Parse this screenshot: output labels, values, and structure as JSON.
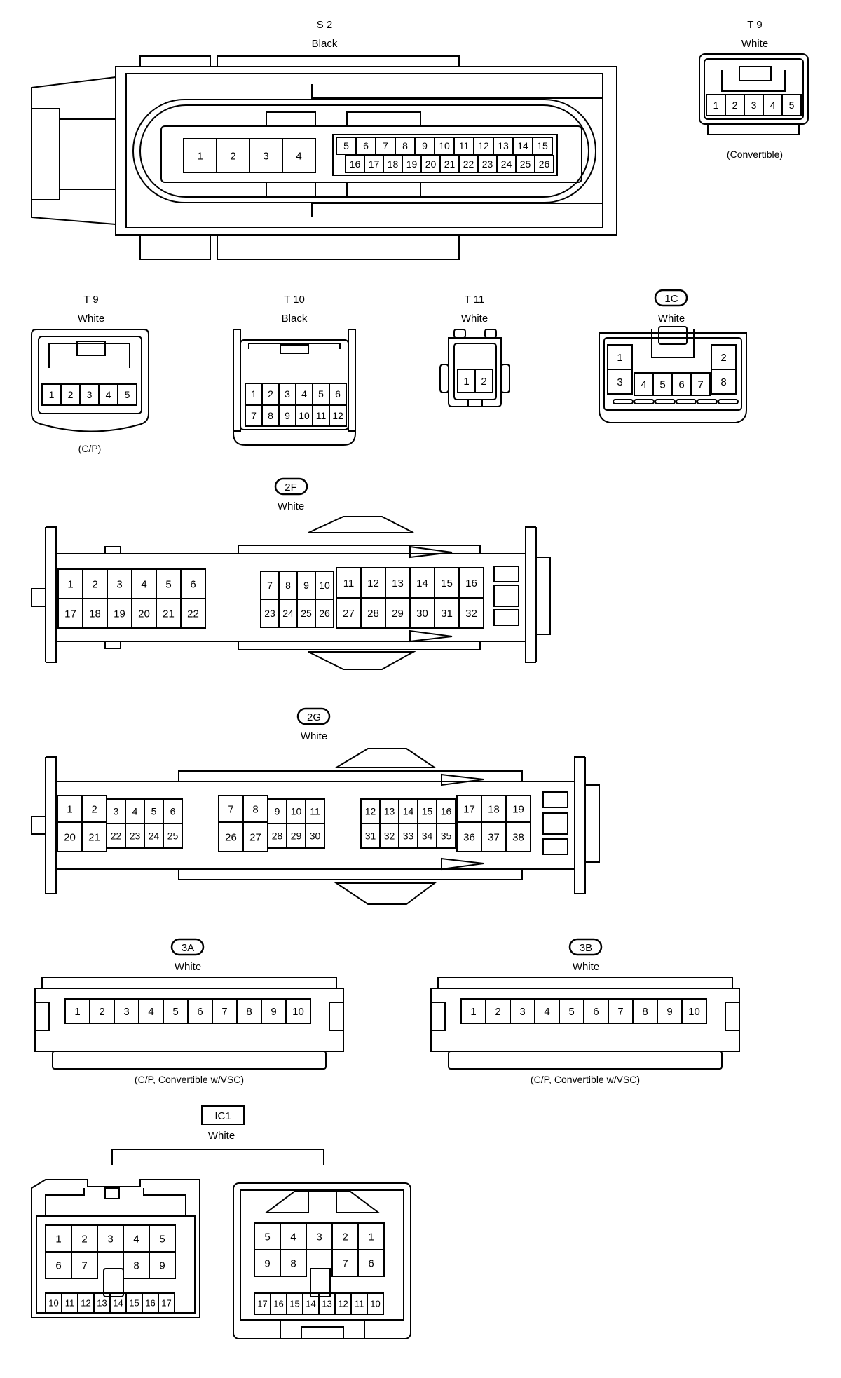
{
  "connectors": {
    "s2": {
      "id": "S 2",
      "color": "Black",
      "pins_big": [
        "1",
        "2",
        "3",
        "4"
      ],
      "pins_top": [
        "5",
        "6",
        "7",
        "8",
        "9",
        "10",
        "11",
        "12",
        "13",
        "14",
        "15"
      ],
      "pins_bottom": [
        "16",
        "17",
        "18",
        "19",
        "20",
        "21",
        "22",
        "23",
        "24",
        "25",
        "26"
      ]
    },
    "t9_conv": {
      "id": "T 9",
      "color": "White",
      "note": "(Convertible)",
      "pins": [
        "1",
        "2",
        "3",
        "4",
        "5"
      ]
    },
    "t9_cp": {
      "id": "T 9",
      "color": "White",
      "note": "(C/P)",
      "pins": [
        "1",
        "2",
        "3",
        "4",
        "5"
      ]
    },
    "t10": {
      "id": "T 10",
      "color": "Black",
      "row1": [
        "1",
        "2",
        "3",
        "4",
        "5",
        "6"
      ],
      "row2": [
        "7",
        "8",
        "9",
        "10",
        "11",
        "12"
      ]
    },
    "t11": {
      "id": "T 11",
      "color": "White",
      "pins": [
        "1",
        "2"
      ]
    },
    "c1c": {
      "id": "1C",
      "color": "White",
      "pins": [
        "1",
        "2",
        "3",
        "4",
        "5",
        "6",
        "7",
        "8"
      ]
    },
    "c2f": {
      "id": "2F",
      "color": "White",
      "left_top": [
        "1",
        "2",
        "3",
        "4",
        "5",
        "6"
      ],
      "left_bottom": [
        "17",
        "18",
        "19",
        "20",
        "21",
        "22"
      ],
      "mid_top": [
        "7",
        "8",
        "9",
        "10"
      ],
      "mid_bottom": [
        "23",
        "24",
        "25",
        "26"
      ],
      "right_top": [
        "11",
        "12",
        "13",
        "14",
        "15",
        "16"
      ],
      "right_bottom": [
        "27",
        "28",
        "29",
        "30",
        "31",
        "32"
      ]
    },
    "c2g": {
      "id": "2G",
      "color": "White",
      "a_top": [
        "1",
        "2"
      ],
      "a_bottom": [
        "20",
        "21"
      ],
      "b_top": [
        "3",
        "4",
        "5",
        "6"
      ],
      "b_bottom": [
        "22",
        "23",
        "24",
        "25"
      ],
      "c_top": [
        "7",
        "8"
      ],
      "c_bottom": [
        "26",
        "27"
      ],
      "d_top": [
        "9",
        "10",
        "11"
      ],
      "d_bottom": [
        "28",
        "29",
        "30"
      ],
      "e_top": [
        "12",
        "13",
        "14",
        "15",
        "16"
      ],
      "e_bottom": [
        "31",
        "32",
        "33",
        "34",
        "35"
      ],
      "f_top": [
        "17",
        "18",
        "19"
      ],
      "f_bottom": [
        "36",
        "37",
        "38"
      ]
    },
    "c3a": {
      "id": "3A",
      "color": "White",
      "note": "(C/P, Convertible w/VSC)",
      "pins": [
        "1",
        "2",
        "3",
        "4",
        "5",
        "6",
        "7",
        "8",
        "9",
        "10"
      ]
    },
    "c3b": {
      "id": "3B",
      "color": "White",
      "note": "(C/P, Convertible w/VSC)",
      "pins": [
        "1",
        "2",
        "3",
        "4",
        "5",
        "6",
        "7",
        "8",
        "9",
        "10"
      ]
    },
    "ic1": {
      "id": "IC1",
      "color": "White",
      "left_row1": [
        "1",
        "2",
        "3",
        "4",
        "5"
      ],
      "left_row2": [
        "6",
        "7",
        "8",
        "9"
      ],
      "left_row3": [
        "10",
        "11",
        "12",
        "13",
        "14",
        "15",
        "16",
        "17"
      ],
      "right_row1": [
        "5",
        "4",
        "3",
        "2",
        "1"
      ],
      "right_row2": [
        "9",
        "8",
        "7",
        "6"
      ],
      "right_row3": [
        "17",
        "16",
        "15",
        "14",
        "13",
        "12",
        "11",
        "10"
      ]
    }
  }
}
